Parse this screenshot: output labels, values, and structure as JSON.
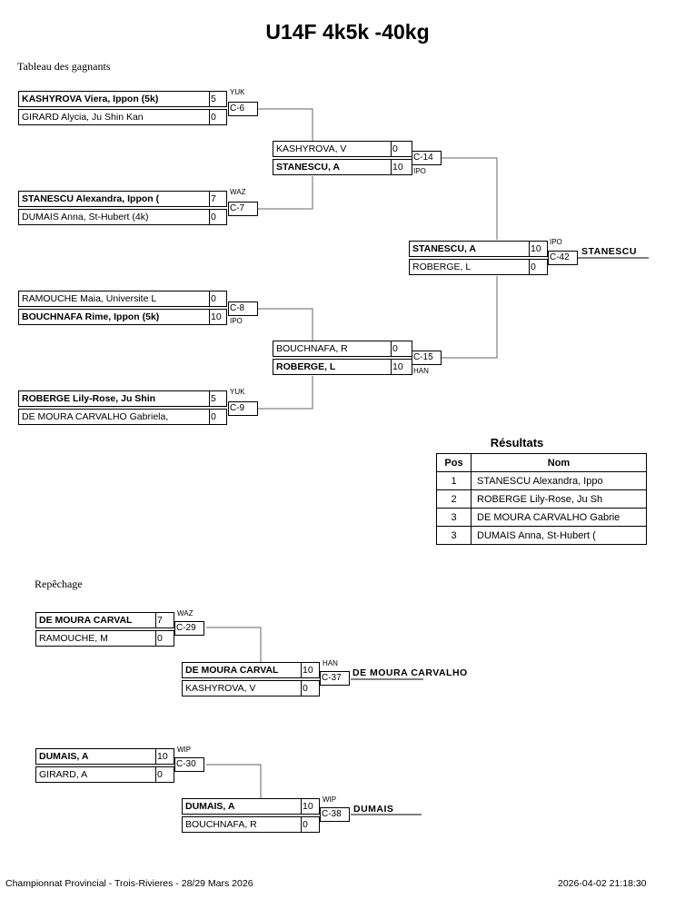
{
  "title": "U14F 4k5k -40kg",
  "winners_label": "Tableau des gagnants",
  "repechage_label": "Repêchage",
  "matches": {
    "c6": {
      "label": "C-6",
      "tag": "YUK",
      "top": {
        "name": "KASHYROVA Viera, Ippon (5k)",
        "score": "5"
      },
      "bottom": {
        "name": "GIRARD Alycia, Ju Shin Kan",
        "score": "0"
      }
    },
    "c7": {
      "label": "C-7",
      "tag": "WAZ",
      "top": {
        "name": "STANESCU Alexandra, Ippon (",
        "score": "7"
      },
      "bottom": {
        "name": "DUMAIS Anna, St-Hubert (4k)",
        "score": "0"
      }
    },
    "c8": {
      "label": "C-8",
      "tag": "IPO",
      "top": {
        "name": "RAMOUCHE Maia, Universite L",
        "score": "0"
      },
      "bottom": {
        "name": "BOUCHNAFA Rime, Ippon (5k)",
        "score": "10"
      }
    },
    "c9": {
      "label": "C-9",
      "tag": "YUK",
      "top": {
        "name": "ROBERGE Lily-Rose, Ju Shin",
        "score": "5"
      },
      "bottom": {
        "name": "DE MOURA CARVALHO Gabriela,",
        "score": "0"
      }
    },
    "c14": {
      "label": "C-14",
      "tag": "IPO",
      "top": {
        "name": "KASHYROVA, V",
        "score": "0"
      },
      "bottom": {
        "name": "STANESCU, A",
        "score": "10"
      }
    },
    "c15": {
      "label": "C-15",
      "tag": "HAN",
      "top": {
        "name": "BOUCHNAFA, R",
        "score": "0"
      },
      "bottom": {
        "name": "ROBERGE, L",
        "score": "10"
      }
    },
    "c42": {
      "label": "C-42",
      "tag": "IPO",
      "top": {
        "name": "STANESCU, A",
        "score": "10"
      },
      "bottom": {
        "name": "ROBERGE, L",
        "score": "0"
      },
      "winner": "STANESCU"
    },
    "c29": {
      "label": "C-29",
      "tag": "WAZ",
      "top": {
        "name": "DE MOURA CARVAL",
        "score": "7"
      },
      "bottom": {
        "name": "RAMOUCHE, M",
        "score": "0"
      }
    },
    "c37": {
      "label": "C-37",
      "tag": "HAN",
      "top": {
        "name": "DE MOURA CARVAL",
        "score": "10"
      },
      "bottom": {
        "name": "KASHYROVA, V",
        "score": "0"
      },
      "winner": "DE MOURA CARVALHO"
    },
    "c30": {
      "label": "C-30",
      "tag": "WIP",
      "top": {
        "name": "DUMAIS, A",
        "score": "10"
      },
      "bottom": {
        "name": "GIRARD, A",
        "score": "0"
      }
    },
    "c38": {
      "label": "C-38",
      "tag": "WIP",
      "top": {
        "name": "DUMAIS, A",
        "score": "10"
      },
      "bottom": {
        "name": "BOUCHNAFA, R",
        "score": "0"
      },
      "winner": "DUMAIS"
    }
  },
  "results": {
    "title": "Résultats",
    "headers": [
      "Pos",
      "Nom"
    ],
    "rows": [
      {
        "pos": "1",
        "name": "STANESCU Alexandra, Ippo"
      },
      {
        "pos": "2",
        "name": "ROBERGE Lily-Rose, Ju Sh"
      },
      {
        "pos": "3",
        "name": "DE MOURA CARVALHO Gabrie"
      },
      {
        "pos": "3",
        "name": "DUMAIS Anna, St-Hubert ("
      }
    ]
  },
  "footer": {
    "event": "Championnat Provincial - Trois-Rivieres - 28/29 Mars 2026",
    "timestamp": "2026-04-02 21:18:30"
  }
}
